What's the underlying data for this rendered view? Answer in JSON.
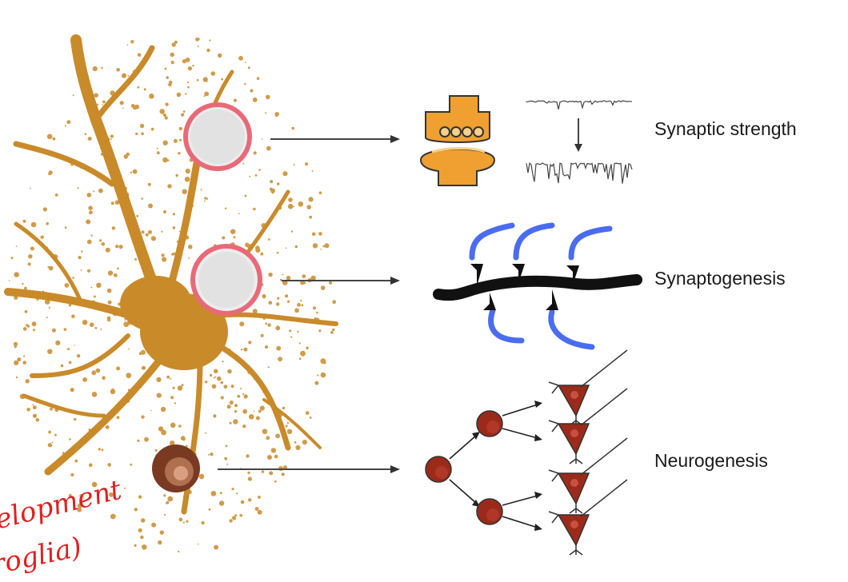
{
  "labels": {
    "synaptic_strength": "Synaptic strength",
    "synaptogenesis": "Synaptogenesis",
    "neurogenesis": "Neurogenesis"
  },
  "handwriting": [
    "elopment",
    "roglia)"
  ],
  "colors": {
    "astrocyte": "#C98A2A",
    "synapse": "#F0A030",
    "dendrite_black": "#111111",
    "axon_blue": "#4A6CF0",
    "neuron_red": "#9B2A1A",
    "ring_pink": "#E86A78",
    "vesicle_brown": "#6B2E1A",
    "ink_red": "#E02020"
  },
  "icons": [
    "astrocyte-image",
    "synapse-icon",
    "current-trace-icon",
    "dendrite-spine-icon",
    "neuron-lineage-icon"
  ]
}
